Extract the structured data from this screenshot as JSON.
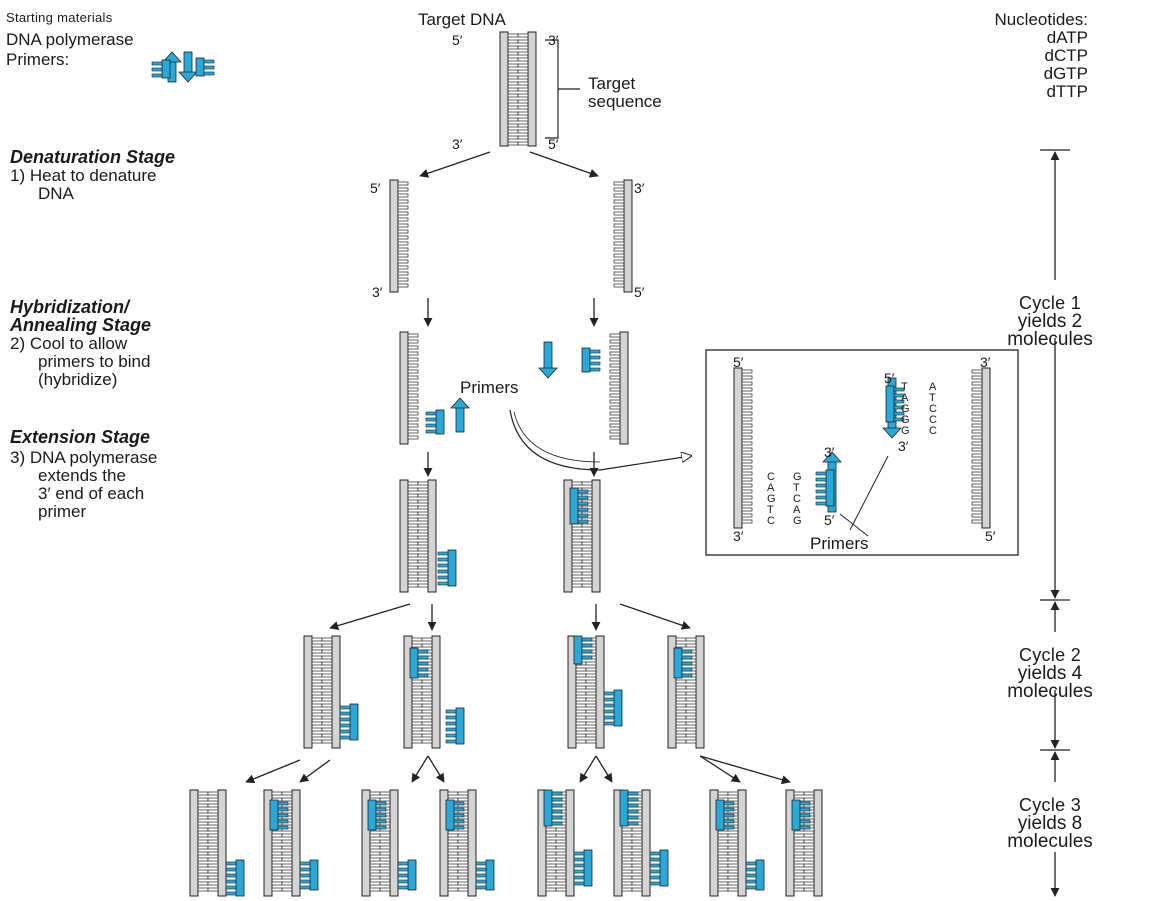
{
  "starting": {
    "heading": "Starting materials",
    "polymerase": "DNA polymerase",
    "primers": "Primers:"
  },
  "target": {
    "title": "Target DNA",
    "sequence_line1": "Target",
    "sequence_line2": "sequence",
    "top_left": "5′",
    "top_right": "3′",
    "bottom_left": "3′",
    "bottom_right": "5′"
  },
  "nucleotides": {
    "heading": "Nucleotides:",
    "items": [
      "dATP",
      "dCTP",
      "dGTP",
      "dTTP"
    ]
  },
  "stages": {
    "denaturation": {
      "title": "Denaturation Stage",
      "step1": "1) Heat to denature",
      "step2": "DNA"
    },
    "hybridization": {
      "title1": "Hybridization/",
      "title2": "Annealing Stage",
      "step1": "2) Cool to allow",
      "step2": "primers to bind",
      "step3": "(hybridize)"
    },
    "extension": {
      "title": "Extension Stage",
      "step1": "3) DNA polymerase",
      "step2": "extends the",
      "step3": "3′ end of each",
      "step4": "primer"
    }
  },
  "strand_ends": {
    "left_top": "5′",
    "left_bottom": "3′",
    "right_top": "3′",
    "right_bottom": "5′"
  },
  "primers_label": "Primers",
  "inset": {
    "left_top": "5′",
    "left_bottom": "3′",
    "right_top": "3′",
    "right_bottom": "5′",
    "primer_top_5": "5′",
    "primer_top_3": "3′",
    "primer_bottom_3": "3′",
    "primer_bottom_5": "5′",
    "left_seq": "CAGTC",
    "primer_left_seq": "GTCAG",
    "primer_right_seq": "TAGGG",
    "right_seq": "ATCCC",
    "primers_label": "Primers"
  },
  "cycles": [
    {
      "line1": "Cycle 1",
      "line2": "yields 2",
      "line3": "molecules"
    },
    {
      "line1": "Cycle 2",
      "line2": "yields 4",
      "line3": "molecules"
    },
    {
      "line1": "Cycle 3",
      "line2": "yields 8",
      "line3": "molecules"
    }
  ],
  "colors": {
    "primer": "#29a9d9",
    "strand_fill": "#d4d4d4",
    "line": "#222222"
  }
}
